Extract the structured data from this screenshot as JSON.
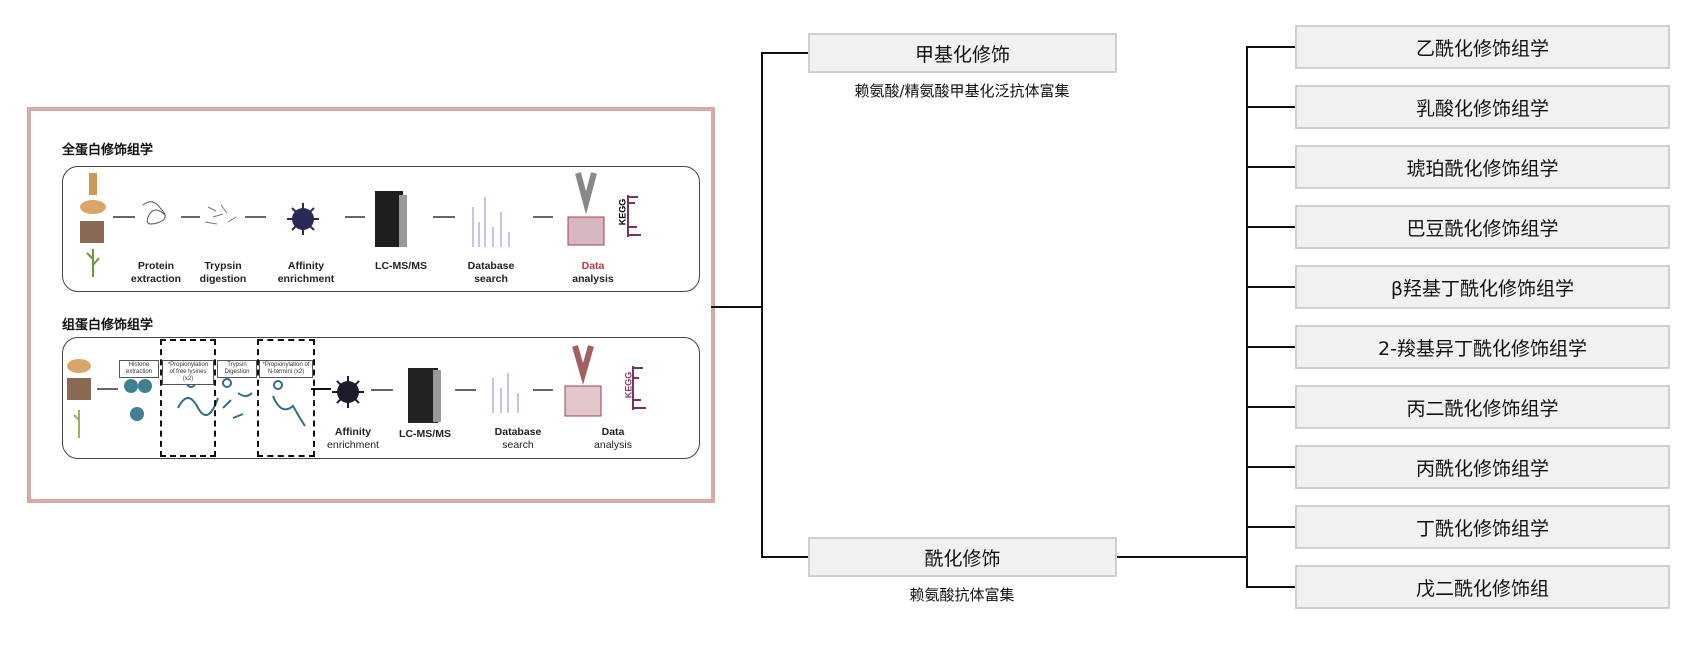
{
  "left_panel": {
    "section1": {
      "title": "全蛋白修饰组学",
      "steps": [
        {
          "line1": "Protein",
          "line2": "extraction"
        },
        {
          "line1": "Trypsin",
          "line2": "digestion"
        },
        {
          "line1": "Affinity",
          "line2": "enrichment"
        },
        {
          "line1": "LC-MS/MS",
          "line2": ""
        },
        {
          "line1": "Database",
          "line2": "search"
        },
        {
          "line1": "Data",
          "line2": "analysis"
        }
      ],
      "kegg": "KEGG"
    },
    "section2": {
      "title": "组蛋白修饰组学",
      "tags": [
        "Histone extraction",
        "*Propionylation of free lysines (x2)",
        "Trypsin Digestion",
        "*Propionylation of N-termini (x2)"
      ],
      "steps": [
        {
          "line1": "Affinity",
          "line2": "enrichment"
        },
        {
          "line1": "LC-MS/MS",
          "line2": ""
        },
        {
          "line1": "Database",
          "line2": "search"
        },
        {
          "line1": "Data",
          "line2": "analysis"
        }
      ],
      "kegg": "KEGG"
    }
  },
  "tree": {
    "methylation": {
      "label": "甲基化修饰",
      "subtitle": "赖氨酸/精氨酸甲基化泛抗体富集"
    },
    "acylation": {
      "label": "酰化修饰",
      "subtitle": "赖氨酸抗体富集"
    },
    "acyl_types": [
      "乙酰化修饰组学",
      "乳酸化修饰组学",
      "琥珀酰化修饰组学",
      "巴豆酰化修饰组学",
      "β羟基丁酰化修饰组学",
      "2-羧基异丁酰化修饰组学",
      "丙二酰化修饰组学",
      "丙酰化修饰组学",
      "丁酰化修饰组学",
      "戊二酰化修饰组"
    ]
  },
  "colors": {
    "frame": "#d7aaa4",
    "node_bg": "#f3f1f0"
  }
}
